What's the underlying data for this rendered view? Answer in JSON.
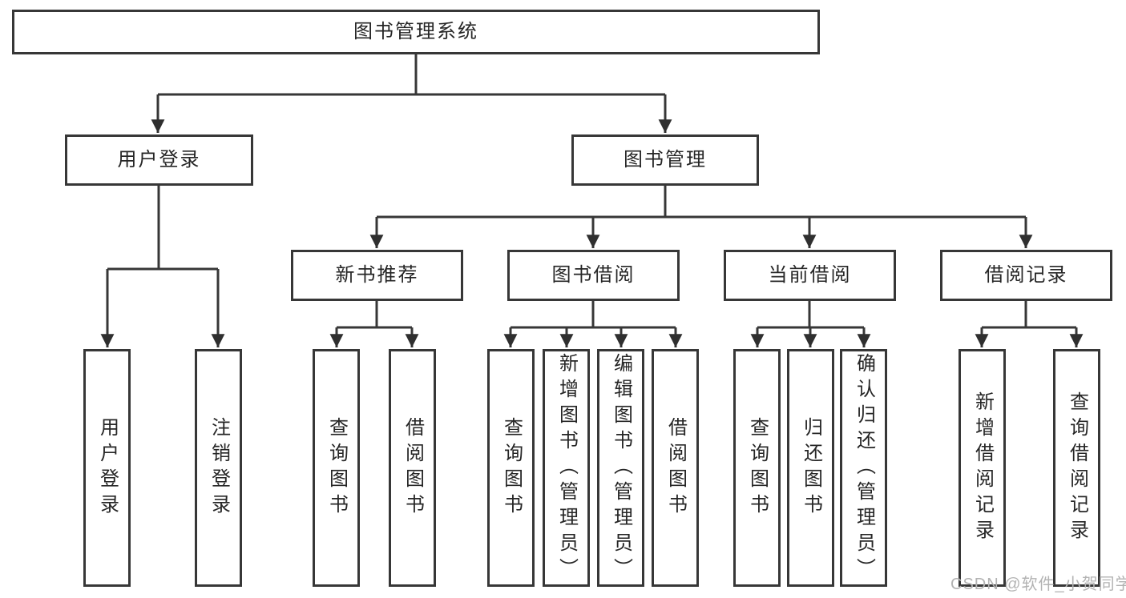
{
  "diagram": {
    "root": {
      "label": "图书管理系统"
    },
    "branches": [
      {
        "label": "用户登录",
        "children": [
          {
            "label": "用户登录"
          },
          {
            "label": "注销登录"
          }
        ]
      },
      {
        "label": "图书管理",
        "children": [
          {
            "label": "新书推荐",
            "children": [
              {
                "label": "查询图书"
              },
              {
                "label": "借阅图书"
              }
            ]
          },
          {
            "label": "图书借阅",
            "children": [
              {
                "label": "查询图书"
              },
              {
                "label": "新增图书（管理员）"
              },
              {
                "label": "编辑图书（管理员）"
              },
              {
                "label": "借阅图书"
              }
            ]
          },
          {
            "label": "当前借阅",
            "children": [
              {
                "label": "查询图书"
              },
              {
                "label": "归还图书"
              },
              {
                "label": "确认归还（管理员）"
              }
            ]
          },
          {
            "label": "借阅记录",
            "children": [
              {
                "label": "新增借阅记录"
              },
              {
                "label": "查询借阅记录"
              }
            ]
          }
        ]
      }
    ]
  },
  "watermark": "CSDN @软件_小贺同学",
  "colors": {
    "line": "#373737",
    "box_border": "#373737",
    "text": "#262626",
    "watermark": "#b3b3b3",
    "background": "#ffffff"
  }
}
